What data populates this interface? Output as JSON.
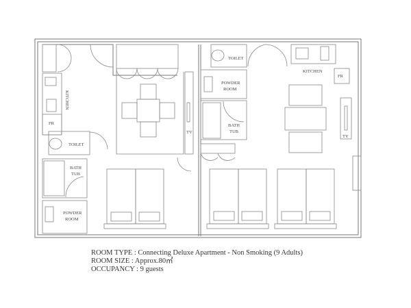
{
  "plan": {
    "labels": {
      "kitchen_left": "KITCHEN",
      "fr_left": "FR",
      "toilet_left": "TOILET",
      "bath_left_1": "BATH",
      "bath_left_2": "TUB",
      "powder_left_1": "POWDER",
      "powder_left_2": "ROOM",
      "tv_left": "TV",
      "toilet_right": "TOILET",
      "powder_right_1": "POWDER",
      "powder_right_2": "ROOM",
      "bath_right_1": "BATH",
      "bath_right_2": "TUB",
      "kitchen_right": "KITCHEN",
      "fr_right": "FR",
      "tv_right": "TV"
    }
  },
  "info": {
    "room_type": "ROOM TYPE : Connecting Deluxe Apartment -  Non Smoking (9 Adults)",
    "room_size": "ROOM SIZE : Approx.80㎡",
    "occupancy": "OCCUPANCY : 9 guests"
  }
}
